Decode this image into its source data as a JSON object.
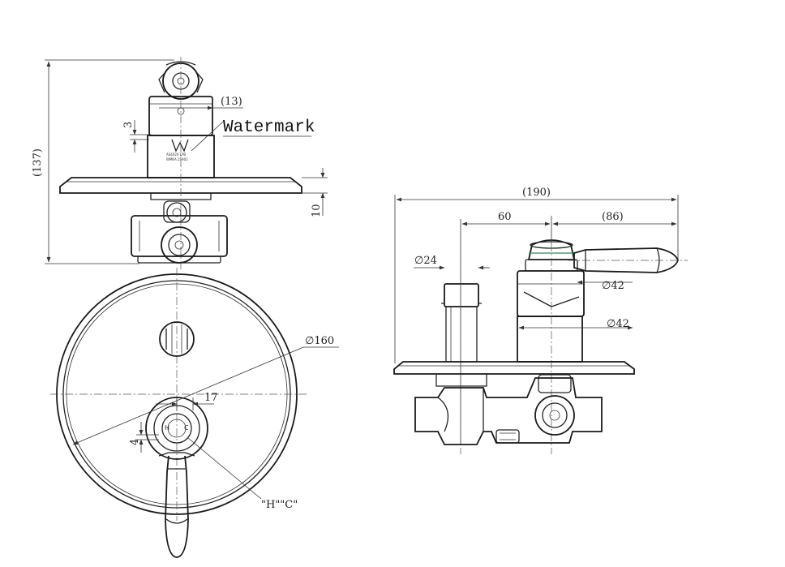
{
  "dimensions": {
    "side_overall_height": "(137)",
    "side_spindle_offset": "(13)",
    "side_step": "3",
    "side_plate_depth": "10",
    "front_plate_diameter": "∅160",
    "front_offset": "17",
    "front_mark_height": "4",
    "hot_cold_mark": "\"H\"\"C\"",
    "right_overall": "(190)",
    "right_spacing": "60",
    "right_lever_length": "(86)",
    "right_stem_diameter": "∅24",
    "right_handle_diameter": "∅42",
    "right_body_diameter": "∅42"
  },
  "labels": {
    "watermark": "Watermark",
    "certification_line1": "AS4020 LPB",
    "certification_line2": "WMKA 25902"
  },
  "colors": {
    "line": "#222222",
    "background": "#ffffff",
    "accent_ring": "#2e8b57"
  }
}
